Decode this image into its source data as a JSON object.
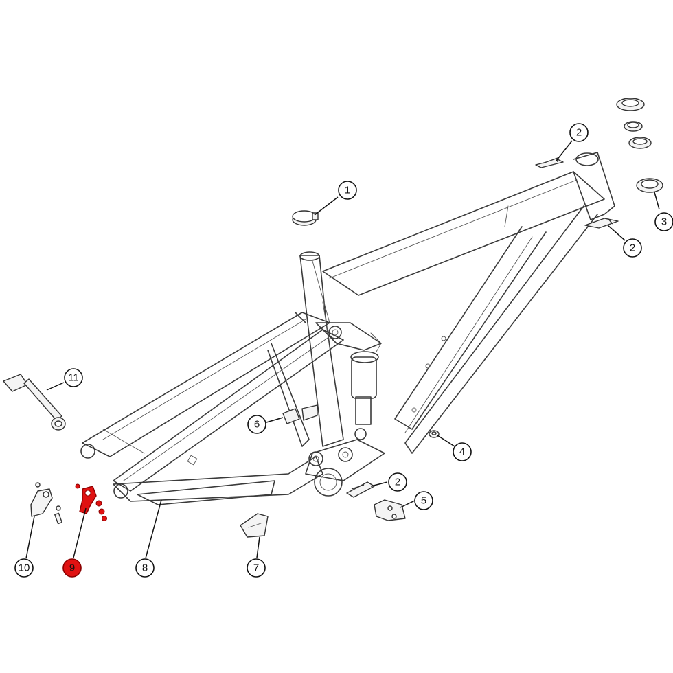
{
  "diagram": {
    "highlight_color": "#e01212",
    "line_color": "#3a3a3a",
    "highlighted_callout": "9",
    "callouts": [
      {
        "id": "c1",
        "label": "1"
      },
      {
        "id": "c2a",
        "label": "2"
      },
      {
        "id": "c2b",
        "label": "2"
      },
      {
        "id": "c2c",
        "label": "2"
      },
      {
        "id": "c3",
        "label": "3"
      },
      {
        "id": "c4",
        "label": "4"
      },
      {
        "id": "c5",
        "label": "5"
      },
      {
        "id": "c6",
        "label": "6"
      },
      {
        "id": "c7",
        "label": "7"
      },
      {
        "id": "c8",
        "label": "8"
      },
      {
        "id": "c9",
        "label": "9"
      },
      {
        "id": "c10",
        "label": "10"
      },
      {
        "id": "c11",
        "label": "11"
      }
    ]
  }
}
